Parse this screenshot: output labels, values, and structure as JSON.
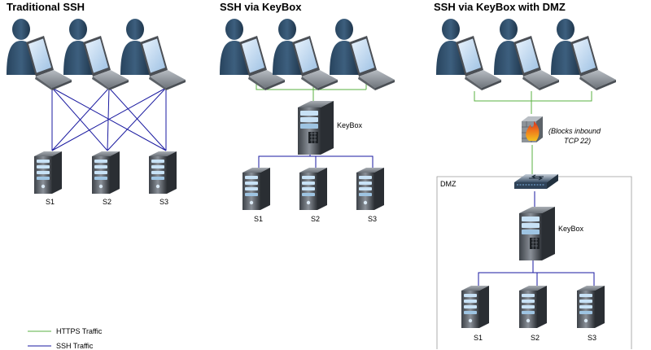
{
  "panels": {
    "traditional": {
      "title": "Traditional SSH",
      "servers": [
        "S1",
        "S2",
        "S3"
      ]
    },
    "keybox": {
      "title": "SSH via KeyBox",
      "gateway_label": "KeyBox",
      "servers": [
        "S1",
        "S2",
        "S3"
      ]
    },
    "dmz": {
      "title": "SSH via KeyBox with DMZ",
      "firewall_note_line1": "(Blocks inbound",
      "firewall_note_line2": "TCP 22)",
      "zone_label": "DMZ",
      "gateway_label": "KeyBox",
      "servers": [
        "S1",
        "S2",
        "S3"
      ]
    }
  },
  "legend": {
    "https_label": "HTTPS Traffic",
    "ssh_label": "SSH Traffic",
    "https_color": "#5ab040",
    "ssh_color": "#1a1aa0"
  },
  "icons": {
    "user": "user-silhouette-icon",
    "laptop": "laptop-icon",
    "server": "server-tower-icon",
    "firewall": "firewall-icon",
    "switch": "network-switch-icon"
  }
}
